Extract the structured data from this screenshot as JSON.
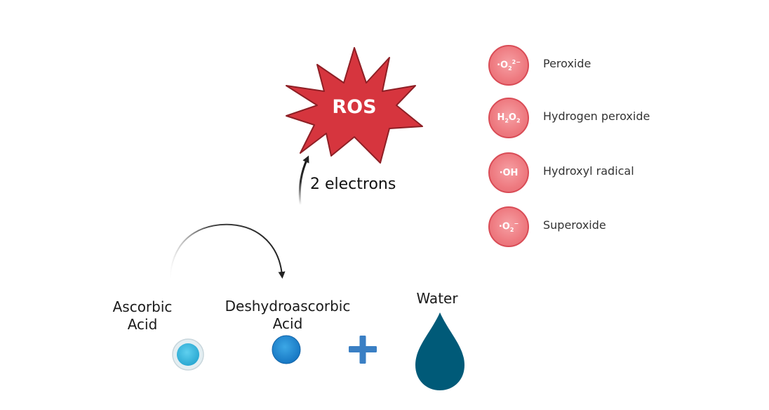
{
  "ros": {
    "label": "ROS",
    "color": "#d6353e",
    "electrons_label": "2 electrons"
  },
  "legend": [
    {
      "symbol": "peroxide",
      "label": "Peroxide"
    },
    {
      "symbol": "h2o2",
      "label": "Hydrogen peroxide"
    },
    {
      "symbol": "oh",
      "label": "Hydroxyl radical"
    },
    {
      "symbol": "superoxide",
      "label": "Superoxide"
    }
  ],
  "molecules": {
    "ascorbic": {
      "line1": "Ascorbic",
      "line2": "Acid",
      "color": "#35b7dc"
    },
    "dehydro": {
      "line1": "Deshydroascorbic",
      "line2": "Acid",
      "color": "#1f8fd6"
    },
    "plus_color": "#3a7fc4",
    "water": {
      "label": "Water",
      "color": "#005a78"
    }
  }
}
